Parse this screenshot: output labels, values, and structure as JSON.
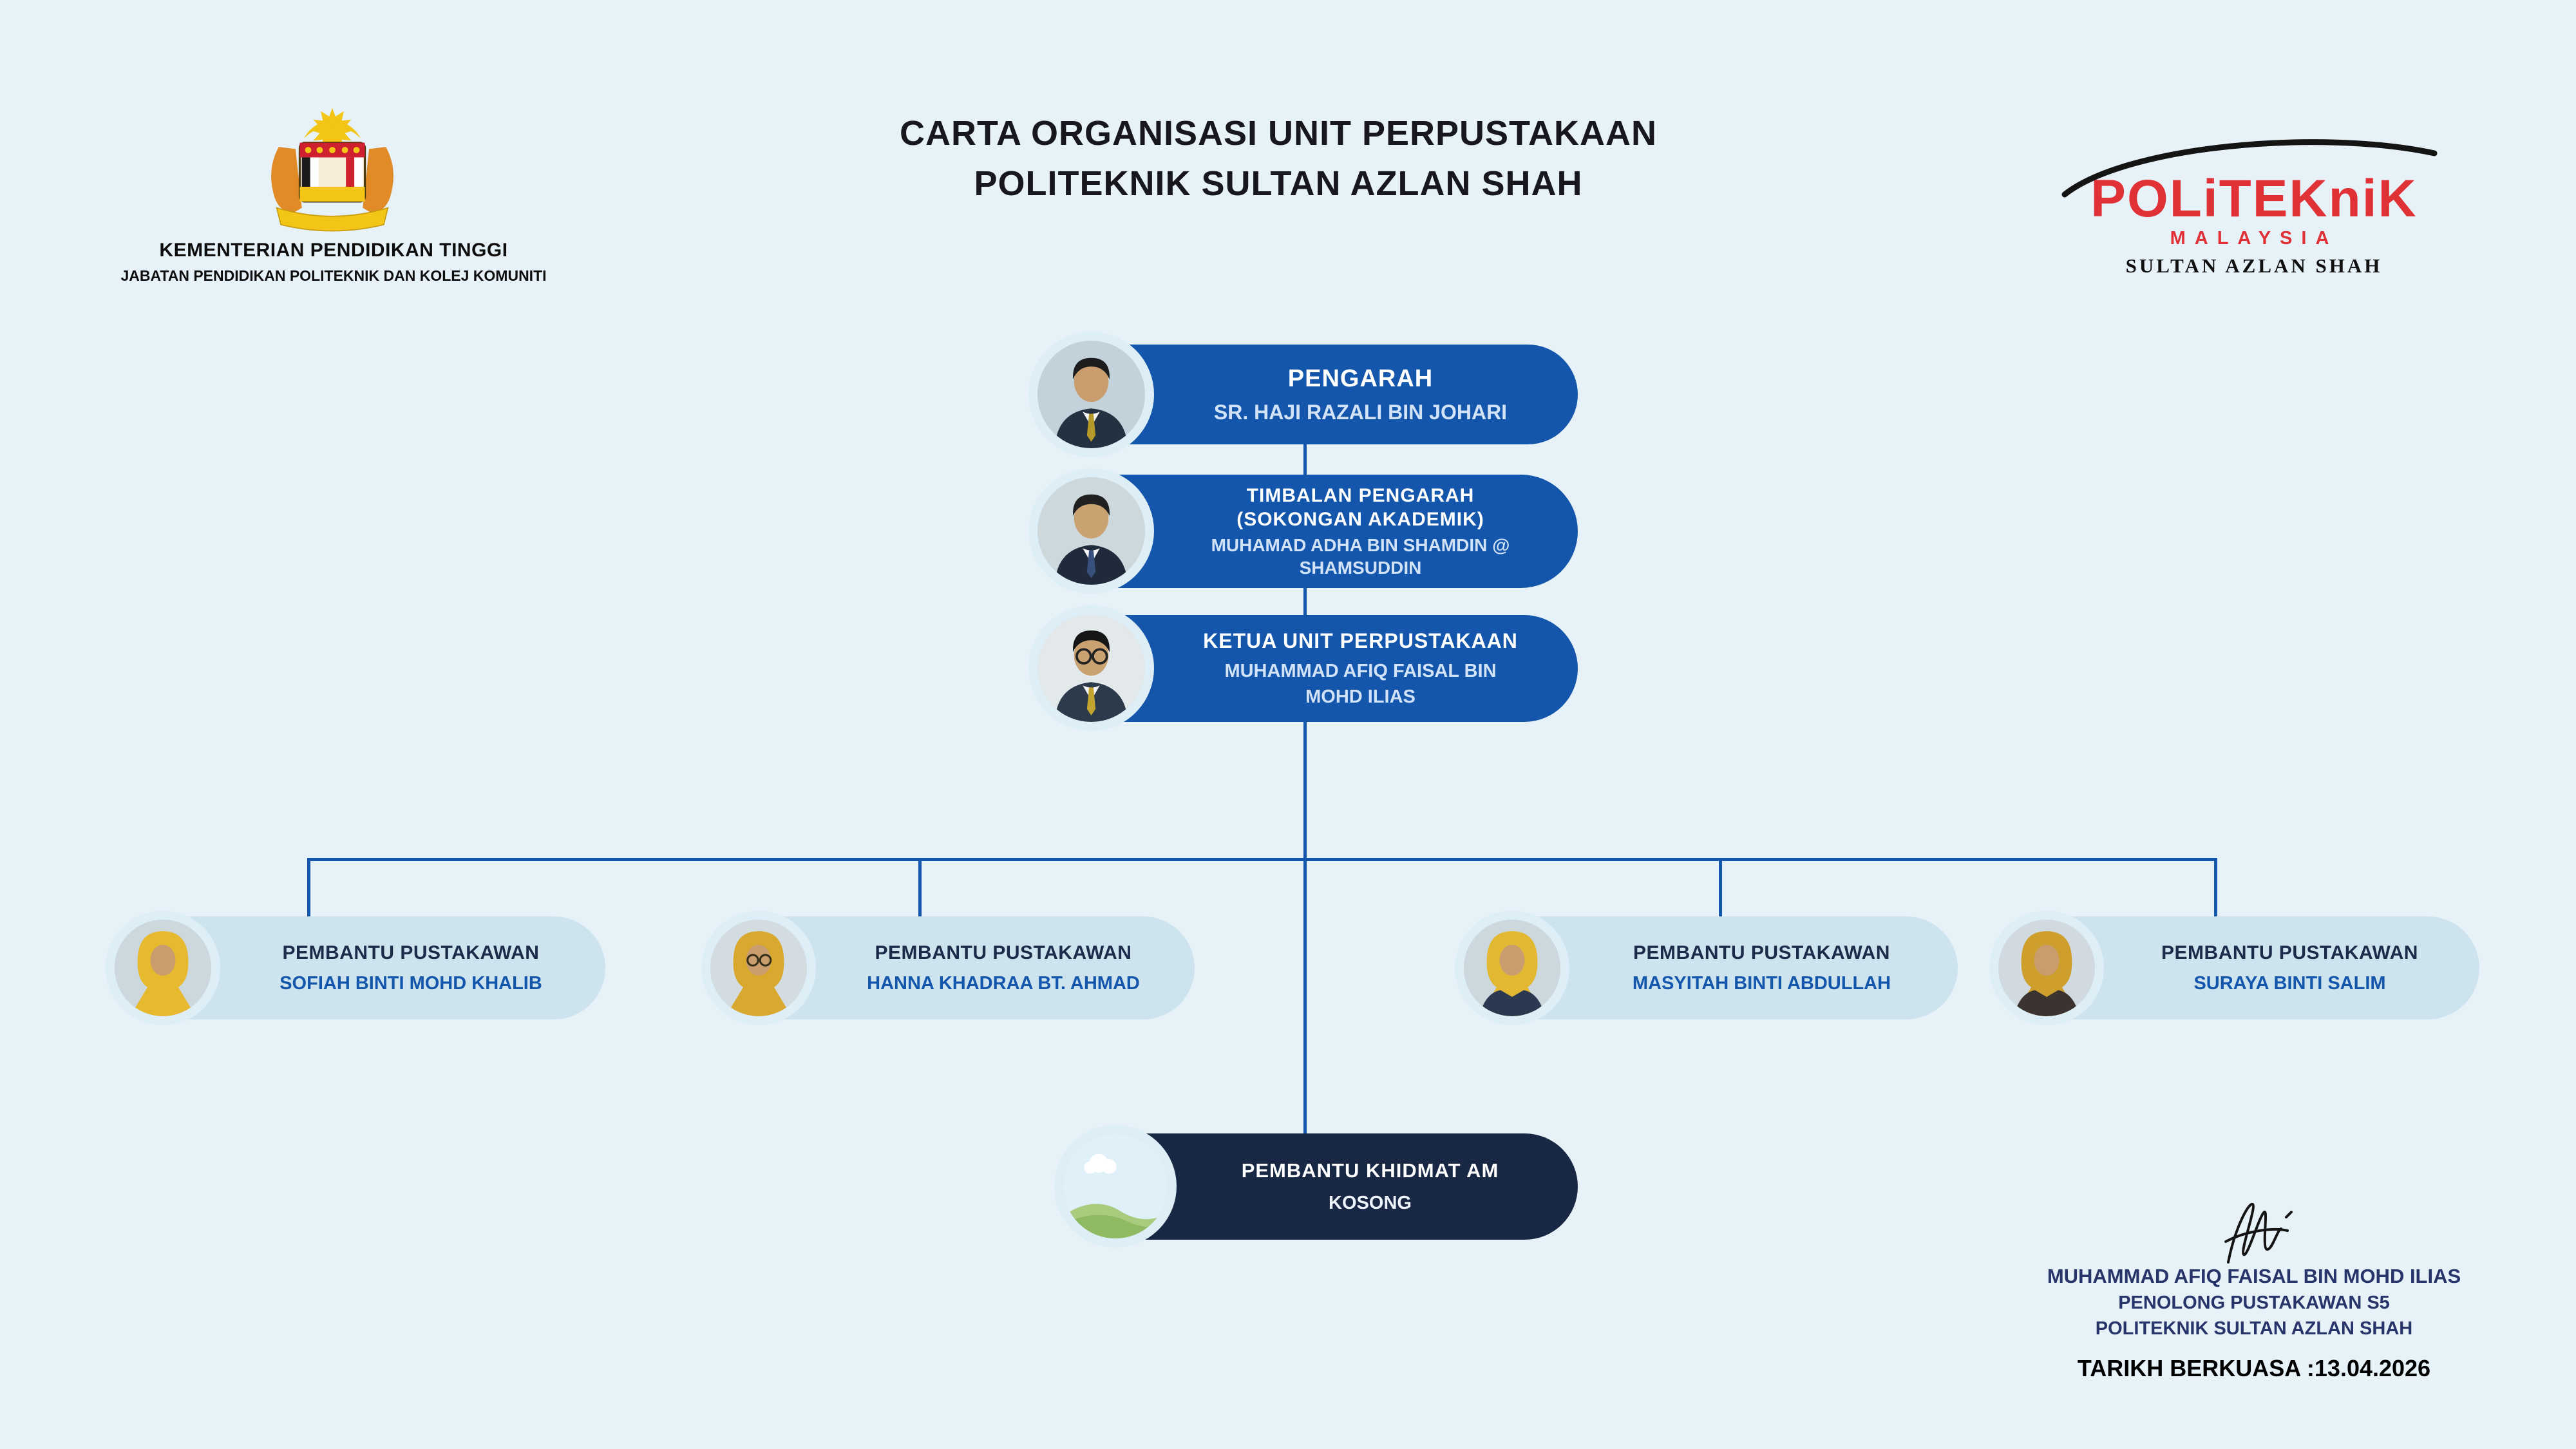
{
  "header": {
    "ministry": {
      "line1": "KEMENTERIAN PENDIDIKAN TINGGI",
      "line2": "JABATAN PENDIDIKAN POLITEKNIK DAN KOLEJ KOMUNITI"
    },
    "title": {
      "line1": "CARTA ORGANISASI UNIT PERPUSTAKAAN",
      "line2": "POLITEKNIK SULTAN AZLAN SHAH"
    },
    "brand": {
      "word": "POLiTEKniK",
      "country": "MALAYSIA",
      "school": "SULTAN AZLAN SHAH"
    }
  },
  "org": {
    "director": {
      "title": "PENGARAH",
      "name": "SR. HAJI RAZALI BIN JOHARI"
    },
    "deputy": {
      "title_line1": "TIMBALAN PENGARAH",
      "title_line2": "(SOKONGAN AKADEMIK)",
      "name_line1": "MUHAMAD ADHA BIN SHAMDIN @",
      "name_line2": "SHAMSUDDIN"
    },
    "head": {
      "title": "KETUA UNIT PERPUSTAKAAN",
      "name_line1": "MUHAMMAD AFIQ FAISAL BIN",
      "name_line2": "MOHD ILIAS"
    },
    "assistants": [
      {
        "title": "PEMBANTU PUSTAKAWAN",
        "name": "SOFIAH BINTI MOHD KHALIB"
      },
      {
        "title": "PEMBANTU PUSTAKAWAN",
        "name": "HANNA KHADRAA BT. AHMAD"
      },
      {
        "title": "PEMBANTU PUSTAKAWAN",
        "name": "MASYITAH BINTI ABDULLAH"
      },
      {
        "title": "PEMBANTU PUSTAKAWAN",
        "name": "SURAYA BINTI SALIM"
      }
    ],
    "support": {
      "title": "PEMBANTU KHIDMAT AM",
      "name": "KOSONG"
    }
  },
  "footer": {
    "signatory_name": "MUHAMMAD AFIQ FAISAL BIN MOHD ILIAS",
    "signatory_position": "PENOLONG PUSTAKAWAN S5",
    "signatory_institution": "POLITEKNIK SULTAN AZLAN SHAH",
    "effective_date": "TARIKH BERKUASA :13.04.2026"
  },
  "colors": {
    "background": "#e7f2f8",
    "primary_blue": "#1356ab",
    "dark_navy": "#182744",
    "light_pill": "#cde4ef",
    "brand_red": "#e03137"
  }
}
